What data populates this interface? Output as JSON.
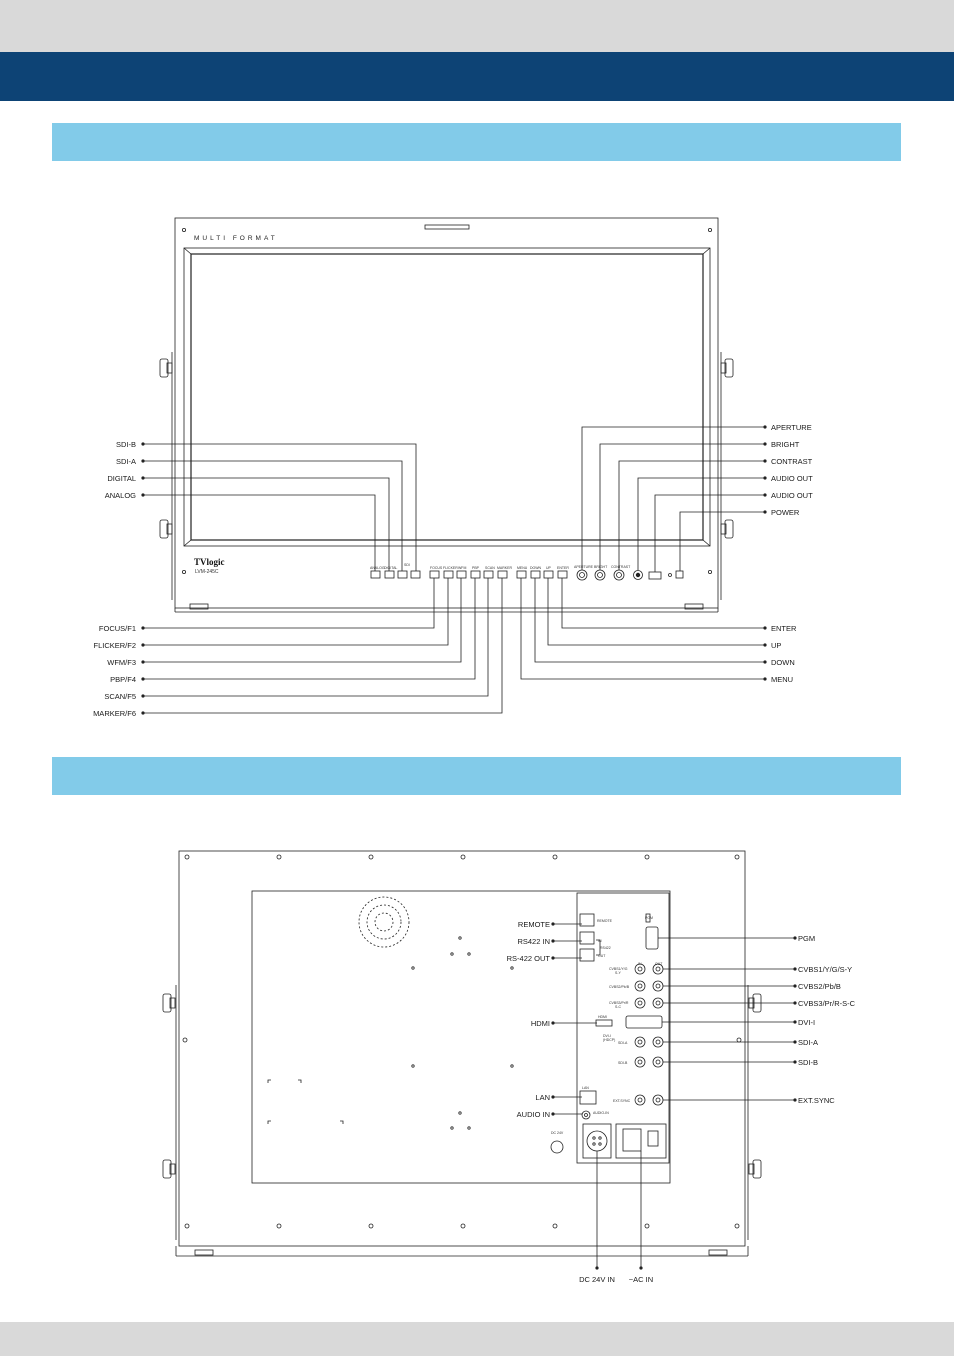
{
  "front": {
    "brand": "TVlogic",
    "model": "LVM-245C",
    "format_label": "MULTI FORMAT",
    "left_callouts": [
      {
        "id": "sdi-b",
        "label": "SDI-B"
      },
      {
        "id": "sdi-a",
        "label": "SDI-A"
      },
      {
        "id": "digital",
        "label": "DIGITAL"
      },
      {
        "id": "analog",
        "label": "ANALOG"
      }
    ],
    "right_callouts": [
      {
        "id": "aperture",
        "label": "APERTURE"
      },
      {
        "id": "bright",
        "label": "BRIGHT"
      },
      {
        "id": "contrast",
        "label": "CONTRAST"
      },
      {
        "id": "audio-out-1",
        "label": "AUDIO OUT"
      },
      {
        "id": "audio-out-2",
        "label": "AUDIO OUT"
      },
      {
        "id": "power",
        "label": "POWER"
      }
    ],
    "bottom_left_callouts": [
      {
        "id": "focus-f1",
        "label": "FOCUS/F1"
      },
      {
        "id": "flicker-f2",
        "label": "FLICKER/F2"
      },
      {
        "id": "wfm-f3",
        "label": "WFM/F3"
      },
      {
        "id": "pbp-f4",
        "label": "PBP/F4"
      },
      {
        "id": "scan-f5",
        "label": "SCAN/F5"
      },
      {
        "id": "marker-f6",
        "label": "MARKER/F6"
      }
    ],
    "bottom_right_callouts": [
      {
        "id": "enter",
        "label": "ENTER"
      },
      {
        "id": "up",
        "label": "UP"
      },
      {
        "id": "down",
        "label": "DOWN"
      },
      {
        "id": "menu",
        "label": "MENU"
      }
    ]
  },
  "rear": {
    "left_callouts": [
      {
        "id": "remote",
        "label": "REMOTE"
      },
      {
        "id": "rs422-in",
        "label": "RS422 IN"
      },
      {
        "id": "rs422-out",
        "label": "RS-422 OUT"
      },
      {
        "id": "hdmi",
        "label": "HDMI"
      },
      {
        "id": "lan",
        "label": "LAN"
      },
      {
        "id": "audio-in",
        "label": "AUDIO IN"
      }
    ],
    "right_callouts": [
      {
        "id": "pgm",
        "label": "PGM"
      },
      {
        "id": "cvbs1",
        "label": "CVBS1/Y/G/S-Y"
      },
      {
        "id": "cvbs2",
        "label": "CVBS2/Pb/B"
      },
      {
        "id": "cvbs3",
        "label": "CVBS3/Pr/R-S-C"
      },
      {
        "id": "dvi-i",
        "label": "DVI-I"
      },
      {
        "id": "sdi-a",
        "label": "SDI-A"
      },
      {
        "id": "sdi-b",
        "label": "SDI-B"
      },
      {
        "id": "ext-sync",
        "label": "EXT.SYNC"
      }
    ],
    "bottom_callouts": [
      {
        "id": "dc-24v-in",
        "label": "DC 24V IN"
      },
      {
        "id": "ac-in",
        "label": "~AC IN"
      }
    ]
  }
}
